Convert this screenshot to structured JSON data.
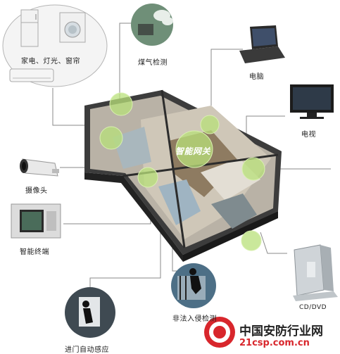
{
  "labels": {
    "appliances": "家电、灯光、窗帘",
    "gas": "煤气检测",
    "computer": "电脑",
    "tv": "电视",
    "camera": "摄像头",
    "terminal": "智能终端",
    "gateway": "智能网关",
    "dvd": "CD/DVD",
    "intrusion": "非法入侵检测",
    "door": "进门自动感应"
  },
  "logo": {
    "cn_name": "中国安防行业网",
    "domain": "21csp.com.cn"
  },
  "colors": {
    "line": "#8a8a8a",
    "node_green": "#b8e07a",
    "gas_circle_bg": "#6f8f78",
    "door_circle_bg": "#3f4a52",
    "intrusion_circle_bg": "#4d6f86",
    "logo_red": "#d8262c",
    "logo_dark": "#222222"
  }
}
